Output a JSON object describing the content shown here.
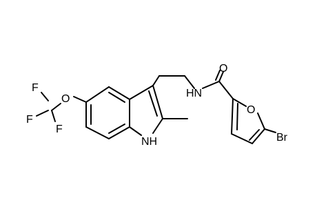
{
  "molecule": {
    "atom_labels": {
      "F1": "F",
      "F2": "F",
      "F3": "F",
      "O_ether": "O",
      "NH_indole": "NH",
      "NH_amide": "HN",
      "O_carbonyl": "O",
      "O_furan": "O",
      "Br": "Br"
    }
  },
  "colors": {
    "bond": "#000000",
    "label": "#000000",
    "background": "#ffffff"
  }
}
